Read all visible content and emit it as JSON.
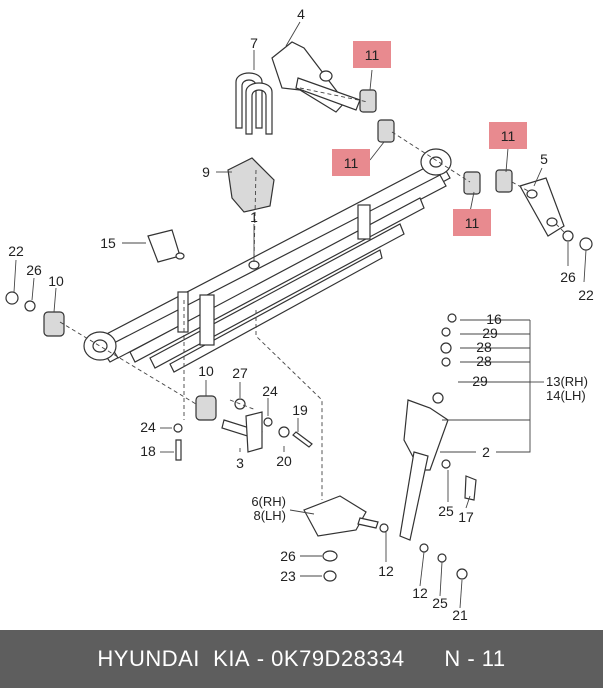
{
  "footer": {
    "brand": "HYUNDAI  KIA",
    "separator": " - ",
    "part_number": "0K79D28334",
    "ref_label": "N - 11"
  },
  "labels": {
    "n1": "1",
    "n2": "2",
    "n3": "3",
    "n4": "4",
    "n5": "5",
    "n7": "7",
    "n9": "9",
    "n10a": "10",
    "n10b": "10",
    "n12a": "12",
    "n12b": "12",
    "n15": "15",
    "n16": "16",
    "n17": "17",
    "n18": "18",
    "n19": "19",
    "n20": "20",
    "n21": "21",
    "n22a": "22",
    "n22b": "22",
    "n23": "23",
    "n24a": "24",
    "n24b": "24",
    "n25a": "25",
    "n25b": "25",
    "n26a": "26",
    "n26b": "26",
    "n26c": "26",
    "n27": "27",
    "n28a": "28",
    "n28b": "28",
    "n29a": "29",
    "n29b": "29",
    "n13": "13(RH)",
    "n14": "14(LH)",
    "n6": "6(RH)",
    "n8": "8(LH)",
    "h11a": "11",
    "h11b": "11",
    "h11c": "11",
    "h11d": "11"
  },
  "colors": {
    "highlight": "#e88a8f",
    "footer_bg": "#5e5e5e",
    "footer_text": "#ffffff"
  }
}
